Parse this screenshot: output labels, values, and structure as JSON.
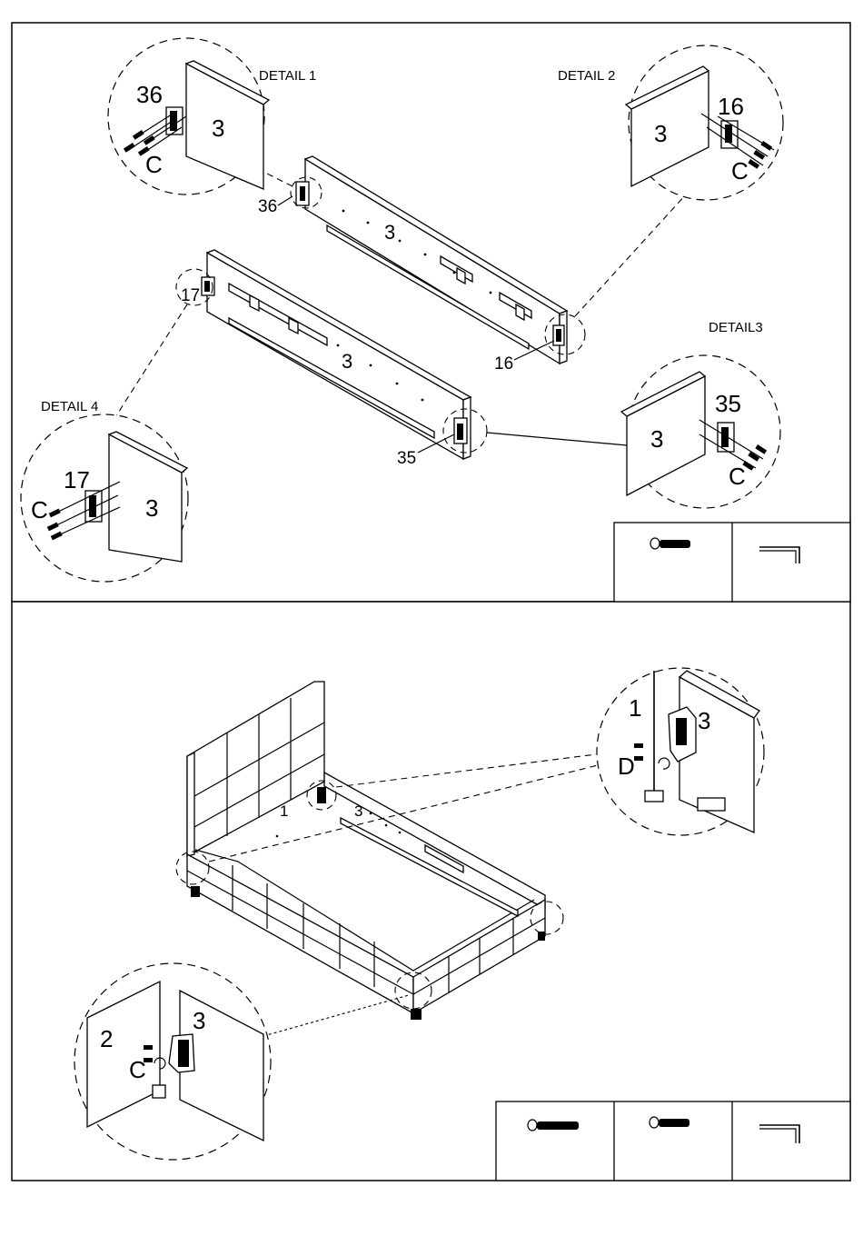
{
  "step1": {
    "detail1": {
      "title": "DETAIL 1",
      "part_bracket": "36",
      "part_panel": "3",
      "screw": "C"
    },
    "detail2": {
      "title": "DETAIL 2",
      "part_bracket": "16",
      "part_panel": "3",
      "screw": "C"
    },
    "detail3": {
      "title": "DETAIL3",
      "part_bracket": "35",
      "part_panel": "3",
      "screw": "C"
    },
    "detail4": {
      "title": "DETAIL 4",
      "part_bracket": "17",
      "part_panel": "3",
      "screw": "C"
    },
    "rail_upper": {
      "label": "3",
      "left_callout": "36",
      "right_callout": "16"
    },
    "rail_lower": {
      "label": "3",
      "left_callout": "17",
      "right_callout": "35"
    },
    "tools": [
      "short-bolt-icon",
      "allen-key-icon"
    ]
  },
  "step2": {
    "headboard_label": "1",
    "rail_label": "3",
    "detail_top": {
      "part_headboard": "1",
      "part_rail": "3",
      "screw": "D"
    },
    "detail_bottom": {
      "part_footboard": "2",
      "part_rail": "3",
      "screw": "C"
    },
    "tools": [
      "long-bolt-icon",
      "short-bolt-icon",
      "allen-key-icon"
    ]
  }
}
